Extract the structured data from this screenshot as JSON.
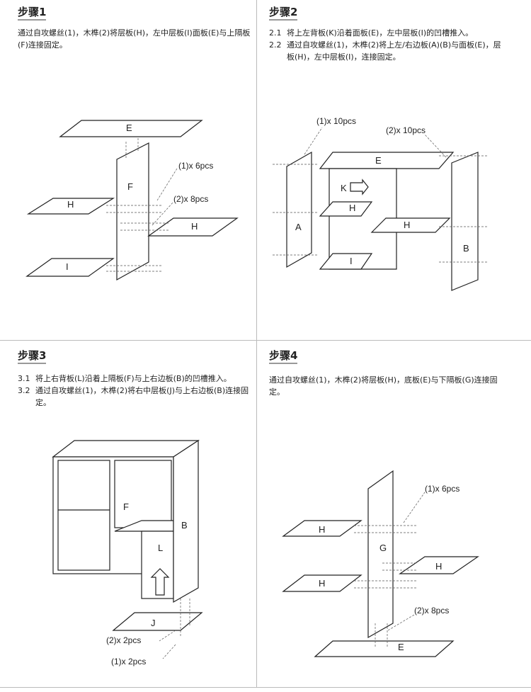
{
  "step1": {
    "title": "步骤1",
    "text": "通过自攻螺丝(1)，木榫(2)将层板(H)，左中层板(I)面板(E)与上隔板(F)连接固定。",
    "labels": {
      "e": "E",
      "f": "F",
      "h1": "H",
      "h2": "H",
      "i": "I",
      "screw": "(1)x 6pcs",
      "dowel": "(2)x 8pcs"
    }
  },
  "step2": {
    "title": "步骤2",
    "items": [
      {
        "num": "2.1",
        "text": "将上左背板(K)沿着面板(E)，左中层板(I)的凹槽推入。"
      },
      {
        "num": "2.2",
        "text": "通过自攻螺丝(1)，木榫(2)将上左/右边板(A)(B)与面板(E)，层板(H)，左中层板(I)，连接固定。"
      }
    ],
    "labels": {
      "e": "E",
      "k": "K",
      "h1": "H",
      "h2": "H",
      "a": "A",
      "i": "I",
      "b": "B",
      "screw": "(1)x 10pcs",
      "dowel": "(2)x 10pcs"
    }
  },
  "step3": {
    "title": "步骤3",
    "items": [
      {
        "num": "3.1",
        "text": "将上右背板(L)沿着上隔板(F)与上右边板(B)的凹槽推入。"
      },
      {
        "num": "3.2",
        "text": "通过自攻螺丝(1)，木榫(2)将右中层板(J)与上右边板(B)连接固定。"
      }
    ],
    "labels": {
      "f": "F",
      "b": "B",
      "l": "L",
      "j": "J",
      "dowel": "(2)x 2pcs",
      "screw": "(1)x 2pcs"
    }
  },
  "step4": {
    "title": "步骤4",
    "text": "通过自攻螺丝(1)，木榫(2)将层板(H)，底板(E)与下隔板(G)连接固定。",
    "labels": {
      "g": "G",
      "h1": "H",
      "h2": "H",
      "h3": "H",
      "e": "E",
      "screw": "(1)x 6pcs",
      "dowel": "(2)x 8pcs"
    }
  }
}
